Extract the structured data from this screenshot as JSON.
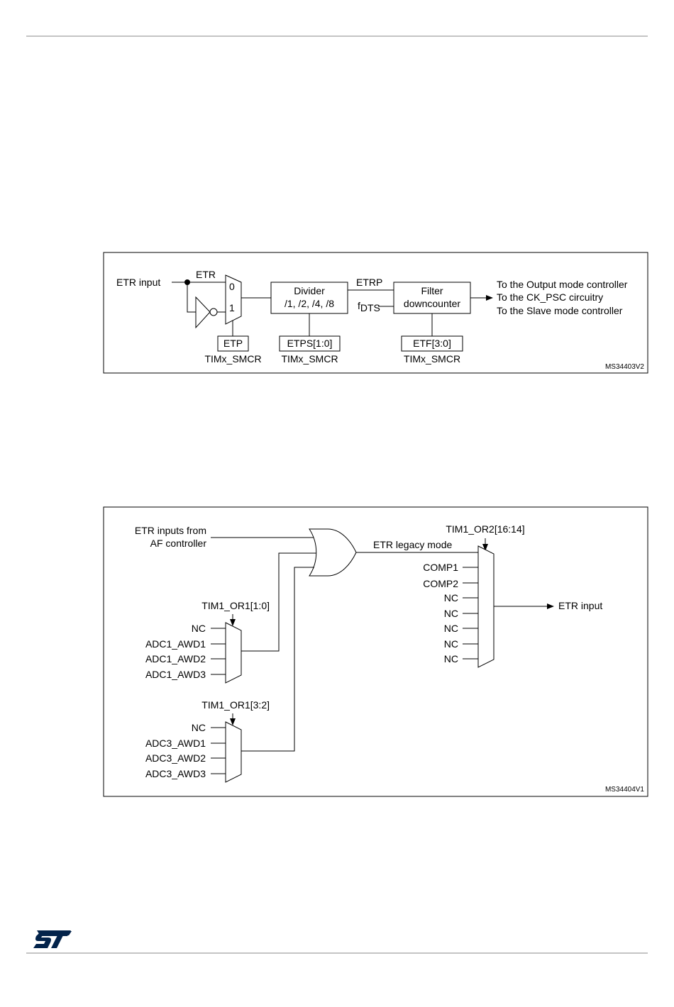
{
  "diagram1": {
    "etr_input": "ETR input",
    "etr": "ETR",
    "mux_in0": "0",
    "mux_in1": "1",
    "etp": "ETP",
    "etp_reg": "TIMx_SMCR",
    "divider_line1": "Divider",
    "divider_line2": "/1, /2, /4, /8",
    "etps": "ETPS[1:0]",
    "etps_reg": "TIMx_SMCR",
    "etrp": "ETRP",
    "fdts_main": "f",
    "fdts_sub": "DTS",
    "filter_line1": "Filter",
    "filter_line2": "downcounter",
    "etf": "ETF[3:0]",
    "etf_reg": "TIMx_SMCR",
    "outputs": [
      "To the Output mode controller",
      "To the CK_PSC circuitry",
      "To the Slave mode controller"
    ],
    "ref_id": "MS34403V2"
  },
  "diagram2": {
    "af_line1": "ETR inputs from",
    "af_line2": "AF controller",
    "or1_sel_a": "TIM1_OR1[1:0]",
    "mux_a_inputs": [
      "NC",
      "ADC1_AWD1",
      "ADC1_AWD2",
      "ADC1_AWD3"
    ],
    "or1_sel_b": "TIM1_OR1[3:2]",
    "mux_b_inputs": [
      "NC",
      "ADC3_AWD1",
      "ADC3_AWD2",
      "ADC3_AWD3"
    ],
    "or2_sel": "TIM1_OR2[16:14]",
    "legacy": "ETR legacy mode",
    "mux_c_inputs": [
      "COMP1",
      "COMP2",
      "NC",
      "NC",
      "NC",
      "NC",
      "NC"
    ],
    "etr_input": "ETR input",
    "ref_id": "MS34404V1"
  }
}
